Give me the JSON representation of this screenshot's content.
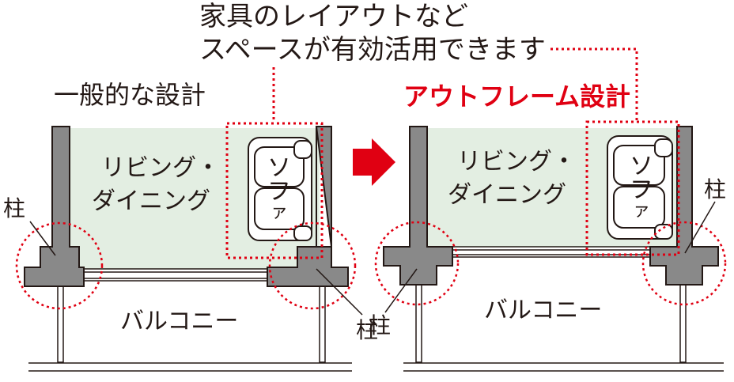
{
  "caption": {
    "line1": "家具のレイアウトなど",
    "line2": "スペースが有効活用できます"
  },
  "left_title": "一般的な設計",
  "right_title": "アウトフレーム設計",
  "room_label": {
    "line1": "リビング・",
    "line2": "ダイニング"
  },
  "sofa_label": [
    "ソ",
    "フ",
    "ァ"
  ],
  "balcony_label": "バルコニー",
  "pillar_label": "柱",
  "colors": {
    "accent_red": "#e00012",
    "wall_gray": "#898989",
    "room_green": "#e3eee2",
    "outline": "#231815"
  }
}
